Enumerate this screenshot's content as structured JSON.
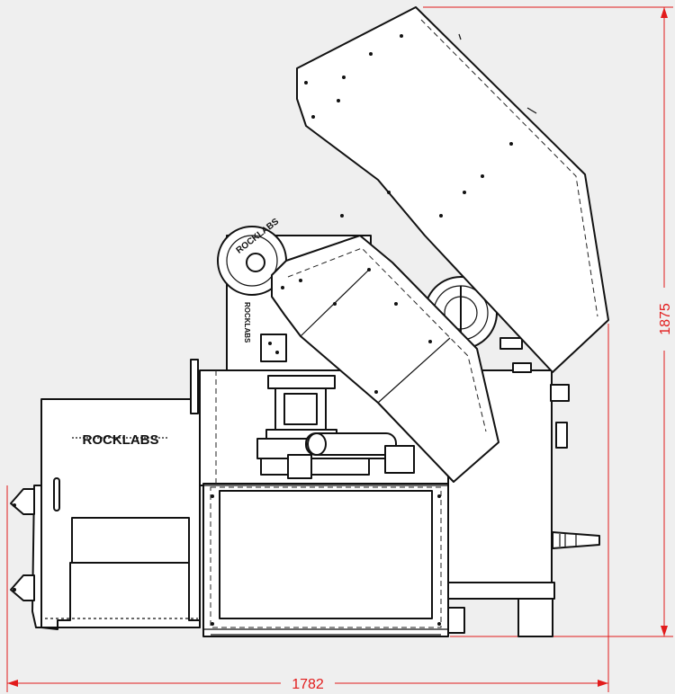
{
  "drawing": {
    "dimensions": {
      "overall_width": "1782",
      "overall_height": "1875"
    },
    "labels": {
      "chute_brand": "ROCKLABS",
      "drum_brand": "ROCKLABS",
      "side_brand": "ROCKLABS"
    },
    "colors": {
      "line": "#111111",
      "dimension": "#e21b1b",
      "background": "#efefef",
      "fill": "#ffffff"
    }
  }
}
